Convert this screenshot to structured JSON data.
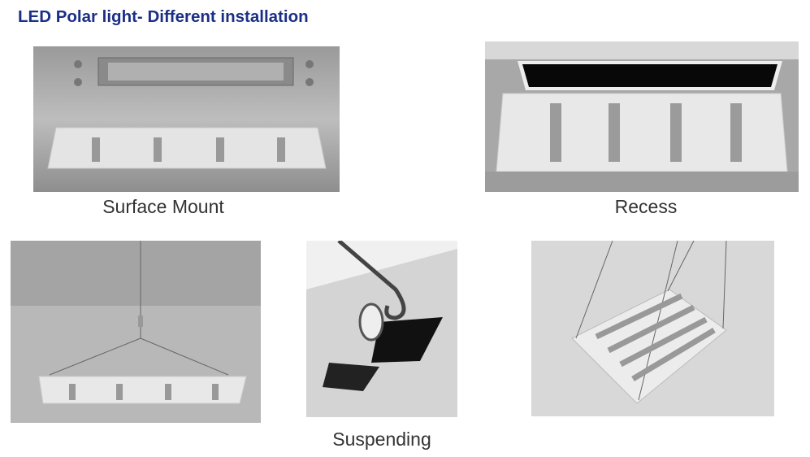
{
  "title": "LED Polar light- Different installation",
  "installations": [
    {
      "caption": "Surface Mount"
    },
    {
      "caption": "Recess"
    },
    {
      "caption": ""
    },
    {
      "caption": "Suspending"
    },
    {
      "caption": ""
    }
  ]
}
